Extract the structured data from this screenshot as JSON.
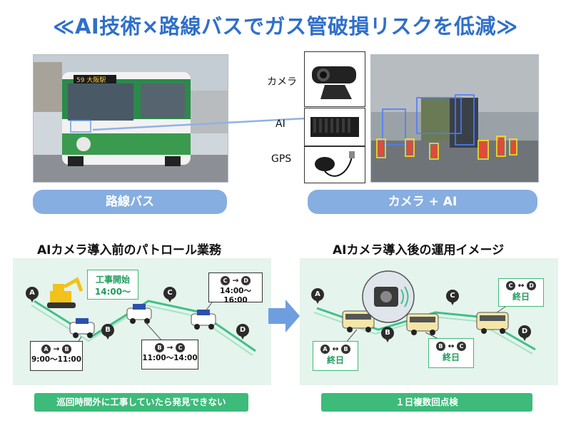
{
  "title": "≪AI技術×路線バスでガス管破損リスクを低減≫",
  "top": {
    "bus_label": "路線バス",
    "cam_label": "カメラ + AI",
    "bus_sign": "59 大阪駅",
    "devices": [
      {
        "label": "カメラ",
        "icon": "webcam-icon"
      },
      {
        "label": "AI",
        "icon": "ai-box-icon"
      },
      {
        "label": "GPS",
        "icon": "gps-puck-icon"
      }
    ]
  },
  "before": {
    "title": "AIカメラ導入前のパトロール業務",
    "bar": "巡回時間外に工事していたら発見できない",
    "pins": [
      "A",
      "B",
      "C",
      "D"
    ],
    "callout_construction": {
      "line1": "工事開始",
      "line2": "14:00〜"
    },
    "callout_cd": {
      "a": "C",
      "arrow": "→",
      "b": "D",
      "time": "14:00〜16:00"
    },
    "callout_ab": {
      "a": "A",
      "arrow": "→",
      "b": "B",
      "time": "9:00〜11:00"
    },
    "callout_bc": {
      "a": "B",
      "arrow": "→",
      "b": "C",
      "time": "11:00〜14:00"
    }
  },
  "after": {
    "title": "AIカメラ導入後の運用イメージ",
    "bar": "１日複数回点検",
    "pins": [
      "A",
      "B",
      "C",
      "D"
    ],
    "callout_cd": {
      "a": "C",
      "arrow": "↔",
      "b": "D",
      "text": "終日"
    },
    "callout_ab": {
      "a": "A",
      "arrow": "↔",
      "b": "B",
      "text": "終日"
    },
    "callout_bc": {
      "a": "B",
      "arrow": "↔",
      "b": "C",
      "text": "終日"
    }
  },
  "colors": {
    "title_blue": "#2f6fcb",
    "pill_blue": "#86aee0",
    "panel_green": "#e5f4ec",
    "bar_green": "#3dbb7a",
    "route_green": "#3fc08a",
    "arrow_blue": "#6f9ee0"
  }
}
